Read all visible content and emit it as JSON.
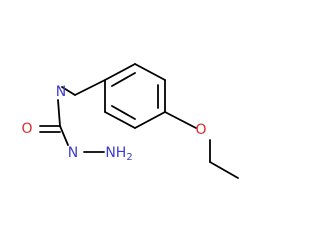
{
  "molecule": {
    "atoms": [
      {
        "id": "N1",
        "label": "N",
        "color": "#3c3ccf"
      },
      {
        "id": "O1",
        "label": "O",
        "color": "#d92b2b"
      },
      {
        "id": "C1",
        "label": "C",
        "color": "#000000"
      },
      {
        "id": "N2",
        "label": "N",
        "color": "#3c3ccf"
      },
      {
        "id": "N3",
        "label": "NH",
        "sub": "2",
        "color": "#3c3ccf"
      },
      {
        "id": "O2",
        "label": "O",
        "color": "#d92b2b"
      }
    ],
    "colors": {
      "bond": "#000000",
      "nitrogen": "#3c3ccf",
      "oxygen": "#d92b2b",
      "carbon": "#000000",
      "background": "#ffffff"
    }
  }
}
